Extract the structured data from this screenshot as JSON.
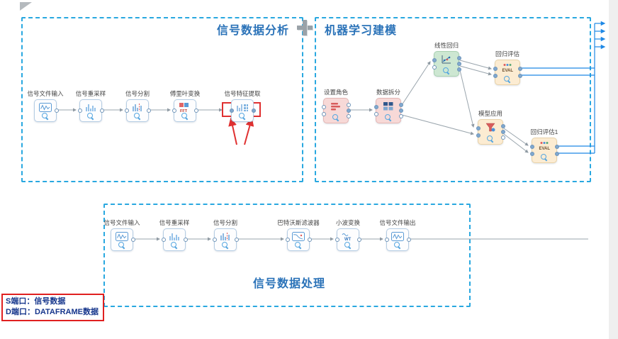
{
  "regions": {
    "analysis": {
      "title": "信号数据分析"
    },
    "ml": {
      "title": "机器学习建模"
    },
    "processing": {
      "title": "信号数据处理"
    }
  },
  "analysis_nodes": {
    "input": {
      "label": "信号文件输入"
    },
    "resample": {
      "label": "信号重采样"
    },
    "split": {
      "label": "信号分割"
    },
    "fft": {
      "label": "傅里叶变换",
      "icon_text": "FFT"
    },
    "feature": {
      "label": "信号特征提取"
    }
  },
  "ml_nodes": {
    "set_role": {
      "label": "设置角色"
    },
    "data_split": {
      "label": "数据拆分"
    },
    "linear_regression": {
      "label": "线性回归"
    },
    "regression_eval": {
      "label": "回归评估",
      "icon_text": "EVAL"
    },
    "apply_model": {
      "label": "模型应用"
    },
    "regression_eval1": {
      "label": "回归评估1",
      "icon_text": "EVAL"
    }
  },
  "processing_nodes": {
    "input": {
      "label": "信号文件输入"
    },
    "resample": {
      "label": "信号重采样"
    },
    "split": {
      "label": "信号分割"
    },
    "butterworth": {
      "label": "巴特沃斯滤波器"
    },
    "wavelet": {
      "label": "小波变换",
      "icon_text": "WT"
    },
    "output": {
      "label": "信号文件输出"
    }
  },
  "legend": {
    "line1": "S端口：信号数据",
    "line2": "D端口：DATAFRAME数据"
  },
  "colors": {
    "region_border": "#29a8e0",
    "title_blue": "#2a72b8",
    "highlight_red": "#e03131",
    "connection_gray": "#9aa5ad",
    "output_connection_blue": "#1e88e5"
  }
}
